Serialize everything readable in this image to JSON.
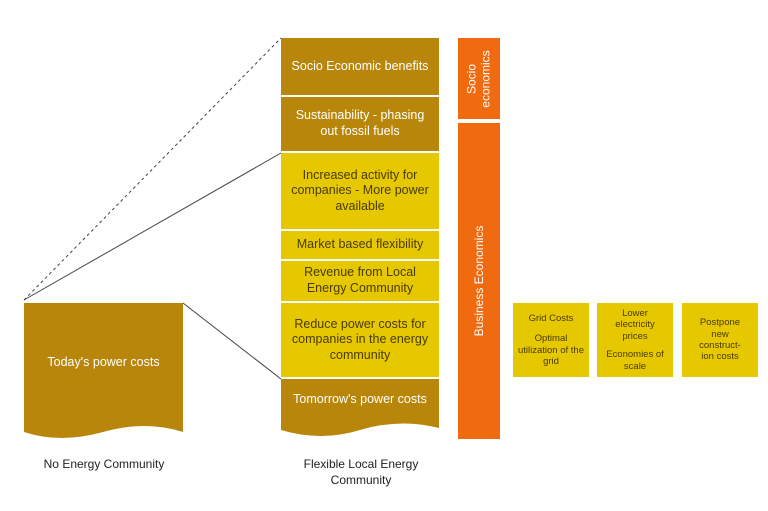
{
  "left_block": {
    "label": "Today's power costs"
  },
  "stack": [
    {
      "label": "Socio Economic benefits",
      "tier": "socio"
    },
    {
      "label": "Sustainability - phasing out fossil fuels",
      "tier": "socio"
    },
    {
      "label": "Increased activity for companies - More power available",
      "tier": "business"
    },
    {
      "label": "Market based flexibility",
      "tier": "business"
    },
    {
      "label": "Revenue from Local Energy Community",
      "tier": "business"
    },
    {
      "label": "Reduce power costs for companies in the energy community",
      "tier": "business"
    },
    {
      "label": "Tomorrow's power costs",
      "tier": "base"
    }
  ],
  "bars": {
    "socio": "Socio economics",
    "business": "Business Economics"
  },
  "small_boxes": [
    {
      "line1": "Grid Costs",
      "line2": "Optimal utilization of the grid"
    },
    {
      "line1": "Lower electricity prices",
      "line2": "Economies of scale"
    },
    {
      "line1": "Postpone new construct-ion costs",
      "line2": ""
    }
  ],
  "captions": {
    "left": "No Energy Community",
    "right": "Flexible Local Energy Community"
  },
  "colors": {
    "brown": "#b8860b",
    "yellow": "#e6c800",
    "orange": "#f06a0f"
  }
}
